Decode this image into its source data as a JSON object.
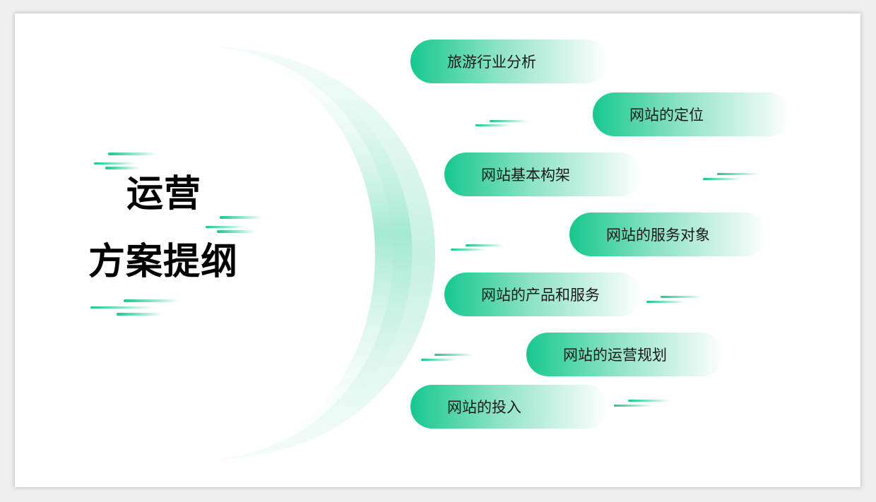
{
  "slide": {
    "title": {
      "line1": "运营",
      "line2": "方案提纲"
    },
    "items": [
      {
        "label": "旅游行业分析"
      },
      {
        "label": "网站的定位"
      },
      {
        "label": "网站基本构架"
      },
      {
        "label": "网站的服务对象"
      },
      {
        "label": "网站的产品和服务"
      },
      {
        "label": "网站的运营规划"
      },
      {
        "label": "网站的投入"
      }
    ]
  },
  "colors": {
    "accent": "#17c88e",
    "accent_light": "#b3ecda",
    "background": "#ffffff",
    "frame": "#eeeeee",
    "title_text": "#000000",
    "item_text": "#1a1a1a"
  }
}
